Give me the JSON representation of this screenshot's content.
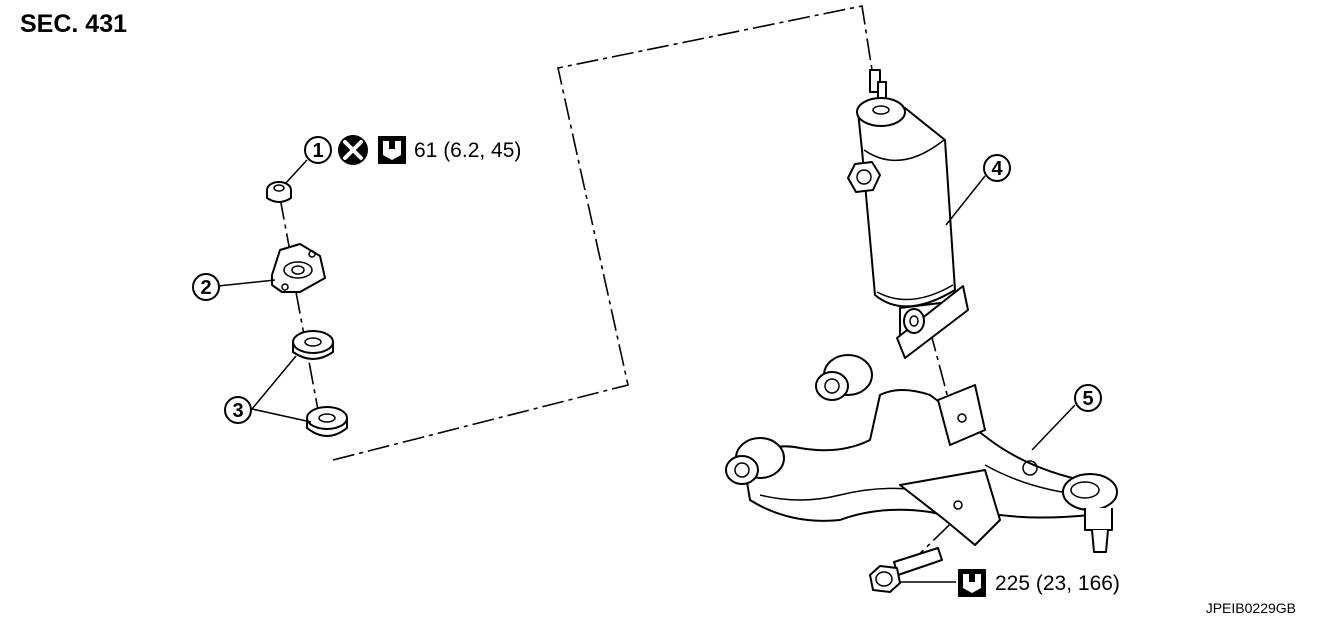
{
  "header": {
    "section": "SEC. 431"
  },
  "callouts": [
    {
      "id": "1",
      "label": "1"
    },
    {
      "id": "2",
      "label": "2"
    },
    {
      "id": "3",
      "label": "3"
    },
    {
      "id": "4",
      "label": "4"
    },
    {
      "id": "5",
      "label": "5"
    }
  ],
  "torques": {
    "nut": "61 (6.2, 45)",
    "bolt": "225 (23, 166)"
  },
  "icons": {
    "replace": "do-not-reuse-icon",
    "torque": "torque-wrench-icon"
  },
  "figure_code": "JPEIB0229GB"
}
